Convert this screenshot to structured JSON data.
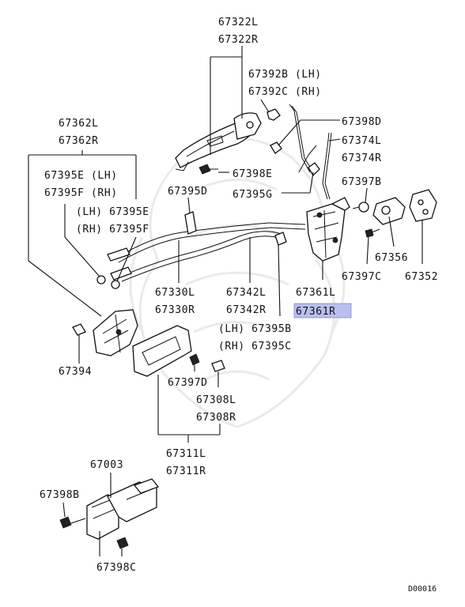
{
  "labels": {
    "p67322": [
      "67322L",
      "67322R"
    ],
    "p67392": [
      "67392B (LH)",
      "67392C (RH)"
    ],
    "p67398d": "67398D",
    "p67374": [
      "67374L",
      "67374R"
    ],
    "p67362": [
      "67362L",
      "67362R"
    ],
    "p67395ef": [
      "67395E (LH)",
      "67395F (RH)"
    ],
    "p67395ef2": [
      "(LH) 67395E",
      "(RH) 67395F"
    ],
    "p67398e": "67398E",
    "p67395g": "67395G",
    "p67395d": "67395D",
    "p67397b": "67397B",
    "p67356": "67356",
    "p67352": "67352",
    "p67397c": "67397C",
    "p67361l": "67361L",
    "p67361r": "67361R",
    "p67330": [
      "67330L",
      "67330R"
    ],
    "p67342": [
      "67342L",
      "67342R"
    ],
    "p67395bc": [
      "(LH) 67395B",
      "(RH) 67395C"
    ],
    "p67394": "67394",
    "p67397d": "67397D",
    "p67308": [
      "67308L",
      "67308R"
    ],
    "p67311": [
      "67311L",
      "67311R"
    ],
    "p67003": "67003",
    "p67398b": "67398B",
    "p67398c": "67398C"
  },
  "diagram_code": "D00016",
  "highlight_color": "#b9bff0"
}
